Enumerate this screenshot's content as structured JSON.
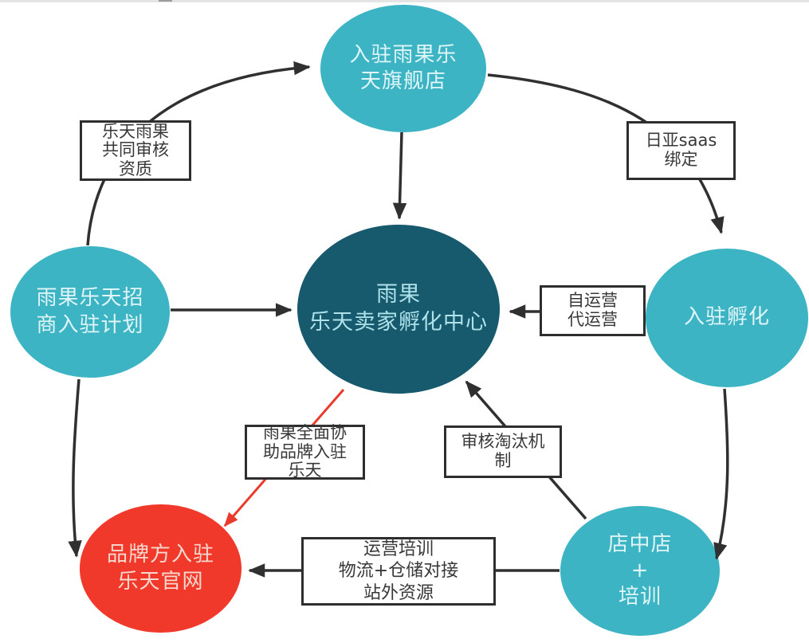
{
  "diagram": {
    "nodes": {
      "flagship": {
        "label": "入驻雨果乐\n天旗舰店",
        "color": "#3cb4c3"
      },
      "center": {
        "label": "雨果\n乐天卖家孵化中心",
        "color": "#17596d"
      },
      "merchant_plan": {
        "label": "雨果乐天招\n商入驻计划",
        "color": "#3cb4c3"
      },
      "incubation": {
        "label": "入驻孵化",
        "color": "#3cb4c3"
      },
      "brand_entry": {
        "label": "品牌方入驻\n乐天官网",
        "color": "#f0392b"
      },
      "shop_training": {
        "label": "店中店\n+\n培训",
        "color": "#3cb4c3"
      }
    },
    "edge_labels": {
      "joint_audit": {
        "label": "乐天雨果\n共同审核\n资质"
      },
      "saas_binding": {
        "label": "日亚saas\n绑定"
      },
      "operation_mode": {
        "label": "自运营\n代运营"
      },
      "brand_assist": {
        "label": "雨果全面协\n助品牌入驻\n乐天"
      },
      "elimination": {
        "label": "审核淘汰机\n制"
      },
      "training_resources": {
        "label": "运营培训\n物流+仓储对接\n站外资源"
      }
    },
    "edges": [
      {
        "from": "merchant_plan",
        "to": "flagship",
        "via_label": "joint_audit",
        "color": "#303030"
      },
      {
        "from": "flagship",
        "to": "center",
        "via_label": null,
        "color": "#303030"
      },
      {
        "from": "flagship",
        "to": "incubation",
        "via_label": "saas_binding",
        "color": "#303030"
      },
      {
        "from": "merchant_plan",
        "to": "center",
        "via_label": null,
        "color": "#303030"
      },
      {
        "from": "incubation",
        "to": "center",
        "via_label": "operation_mode",
        "color": "#303030"
      },
      {
        "from": "center",
        "to": "brand_entry",
        "via_label": "brand_assist",
        "color": "#e83b2b"
      },
      {
        "from": "shop_training",
        "to": "center",
        "via_label": "elimination",
        "color": "#303030"
      },
      {
        "from": "incubation",
        "to": "shop_training",
        "via_label": null,
        "color": "#303030"
      },
      {
        "from": "shop_training",
        "to": "brand_entry",
        "via_label": "training_resources",
        "color": "#303030"
      },
      {
        "from": "merchant_plan",
        "to": "brand_entry",
        "via_label": null,
        "color": "#303030"
      }
    ],
    "colors": {
      "teal": "#3cb4c3",
      "dark_teal": "#17596d",
      "red": "#f0392b",
      "arrow": "#303030",
      "red_arrow": "#e83b2b"
    }
  }
}
